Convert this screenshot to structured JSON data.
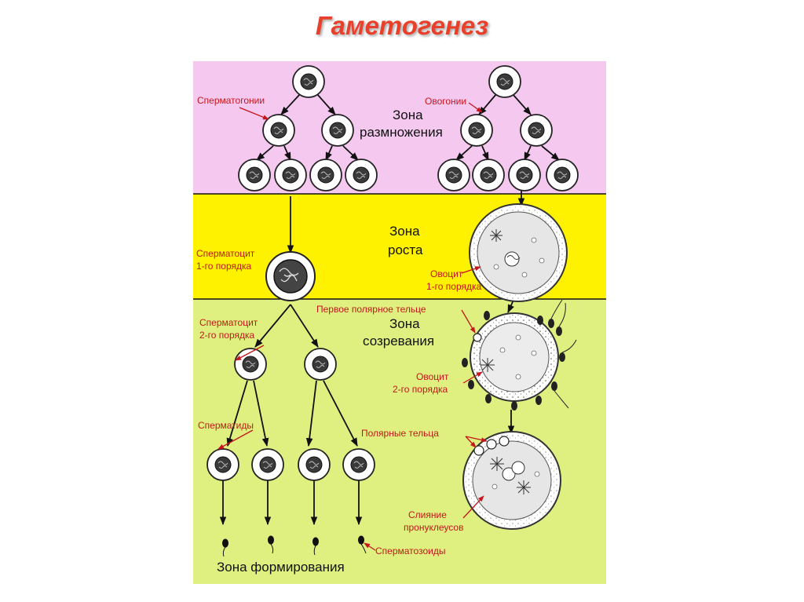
{
  "title": "Гаметогенез",
  "zones": {
    "reproduction": [
      "Зона",
      "размножения"
    ],
    "growth": [
      "Зона",
      "роста"
    ],
    "maturation": [
      "Зона",
      "созревания"
    ],
    "formation": "Зона формирования"
  },
  "labels": {
    "spermatogonia": "Сперматогонии",
    "oogonia": "Овогонии",
    "spermatocyte1": [
      "Сперматоцит",
      "1-го порядка"
    ],
    "oocyte1": [
      "Овоцит",
      "1-го порядка"
    ],
    "first_polar_body": "Первое полярное тельце",
    "spermatocyte2": [
      "Сперматоцит",
      "2-го порядка"
    ],
    "oocyte2": [
      "Овоцит",
      "2-го порядка"
    ],
    "spermatids": "Сперматиды",
    "polar_bodies": "Полярные тельца",
    "fusion": [
      "Слияние",
      "пронуклеусов"
    ],
    "spermatozoa": "Сперматозоиды"
  },
  "colors": {
    "zone_reproduction": "#f5c8f0",
    "zone_growth": "#fff200",
    "zone_maturation": "#dff080",
    "title": "#e8402a",
    "label": "#c4161c"
  }
}
